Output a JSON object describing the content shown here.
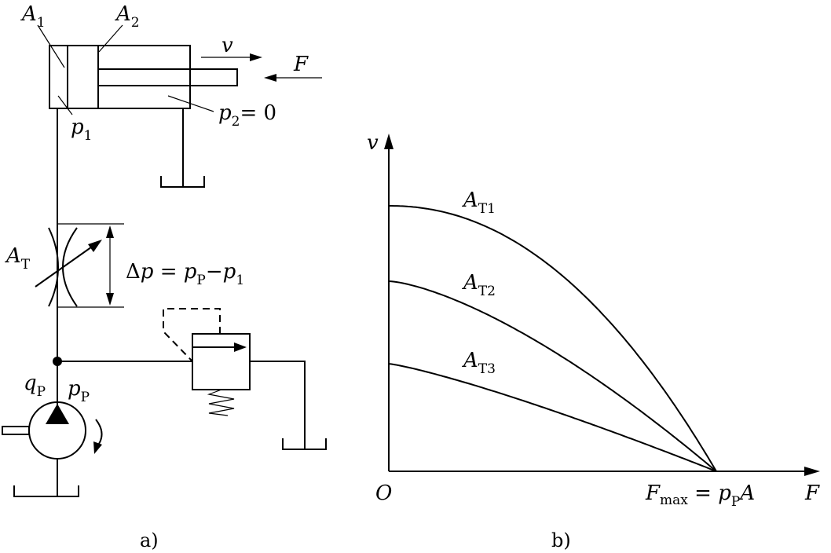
{
  "circuit": {
    "a1_main": "A",
    "a1_sub": "1",
    "a2_main": "A",
    "a2_sub": "2",
    "v_label": "v",
    "f_label": "F",
    "p1_main": "p",
    "p1_sub": "1",
    "p2_main": "p",
    "p2_sub": "2",
    "p2_eq": "= 0",
    "at_main": "A",
    "at_sub": "T",
    "dp_delta": "Δ",
    "dp_p": "p",
    "dp_eq": " = ",
    "dp_pp": "p",
    "dp_pp_sub": "P",
    "dp_minus": "−",
    "dp_p1": "p",
    "dp_p1_sub": "1",
    "qp_main": "q",
    "qp_sub": "P",
    "pp_main": "p",
    "pp_sub": "P",
    "caption": "a)"
  },
  "chart_data": {
    "type": "line",
    "xlabel": "F",
    "ylabel": "v",
    "origin_label": "O",
    "fmax_label": {
      "f": "F",
      "f_sub": "max",
      "eq": " = ",
      "p": "p",
      "p_sub": "P",
      "a": "A"
    },
    "x_range": [
      0,
      1
    ],
    "y_range": [
      0,
      1
    ],
    "series": [
      {
        "name_main": "A",
        "name_sub": "T1",
        "v0": 1.0,
        "exponent": 2.1
      },
      {
        "name_main": "A",
        "name_sub": "T2",
        "v0": 0.716,
        "exponent": 1.45
      },
      {
        "name_main": "A",
        "name_sub": "T3",
        "v0": 0.405,
        "exponent": 1.2
      }
    ],
    "caption": "b)"
  }
}
